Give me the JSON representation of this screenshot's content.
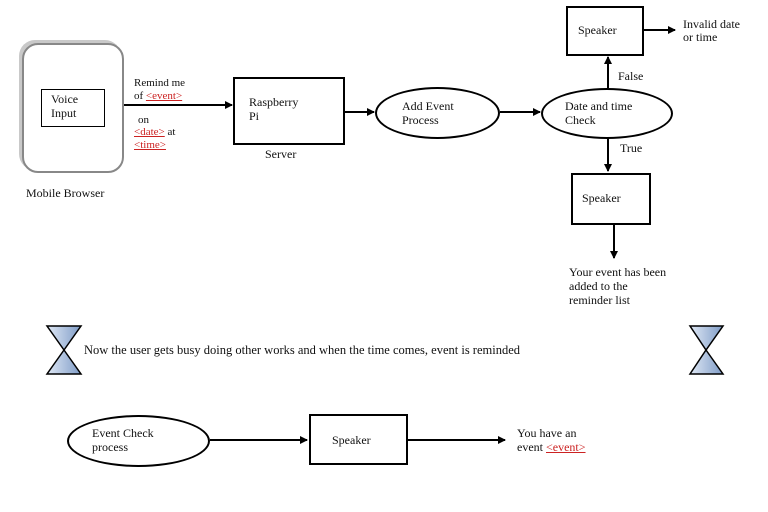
{
  "flow": {
    "voice_input": "Voice Input",
    "voice_input_line1": "Voice",
    "voice_input_line2": "Input",
    "mobile_browser": "Mobile Browser",
    "remind_line1": "Remind me",
    "remind_of": "of ",
    "event_placeholder": "<event>",
    "on_label": "on",
    "date_placeholder": "<date>",
    "at_label": " at",
    "time_placeholder": "<time>",
    "raspberry_line1": "Raspberry",
    "raspberry_line2": "Pi",
    "server_label": "Server",
    "add_event_line1": "Add Event",
    "add_event_line2": "Process",
    "date_check_line1": "Date and time",
    "date_check_line2": "Check",
    "speaker_top": "Speaker",
    "invalid_line1": "Invalid date",
    "invalid_line2": "or time",
    "false_label": "False",
    "true_label": "True",
    "speaker_mid": "Speaker",
    "added_line1": "Your event has been",
    "added_line2": "added to the",
    "added_line3": "reminder list"
  },
  "banner": {
    "text": "Now the user gets busy doing other works and when the time comes, event is reminded"
  },
  "bottom": {
    "event_check_line1": "Event Check",
    "event_check_line2": "process",
    "speaker": "Speaker",
    "output_line1": "You have an",
    "output_line2_prefix": "event ",
    "output_event": "<event>"
  }
}
